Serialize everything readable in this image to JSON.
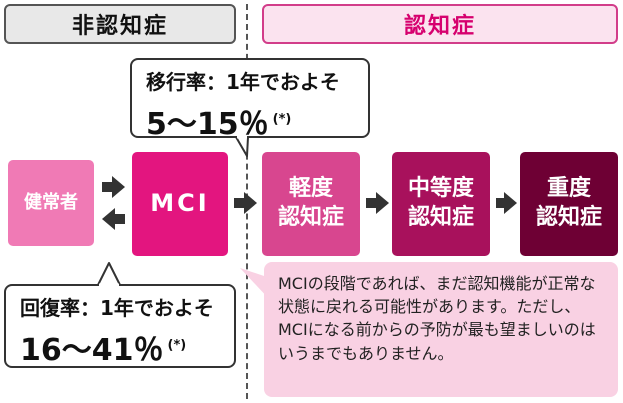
{
  "headers": {
    "non_dementia": "非認知症",
    "dementia": "認知症"
  },
  "progression_bubble": {
    "label": "移行率：1年でおよそ",
    "value": "5～15％",
    "note_mark": "(*)"
  },
  "recovery_bubble": {
    "label": "回復率：1年でおよそ",
    "value": "16～41％",
    "note_mark": "(*)"
  },
  "stages": {
    "healthy": "健常者",
    "mci": "MCI",
    "mild_line1": "軽度",
    "mild_line2": "認知症",
    "moderate_line1": "中等度",
    "moderate_line2": "認知症",
    "severe_line1": "重度",
    "severe_line2": "認知症"
  },
  "note": "MCIの段階であれば、まだ認知機能が正常な状態に戻れる可能性があります。ただし、MCIになる前からの予防が最も望ましいのはいうまでもありません。",
  "colors": {
    "healthy": "#f07ab5",
    "mci": "#e3157f",
    "mild": "#d8468f",
    "moderate": "#a8115c",
    "severe": "#6e0034",
    "accent": "#d6006e",
    "note_bg": "#f9d1e3"
  }
}
